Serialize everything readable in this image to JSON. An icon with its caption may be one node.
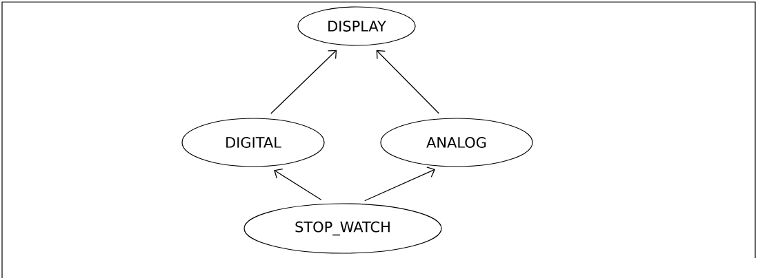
{
  "diagram": {
    "nodes": [
      {
        "text": [
          "DISPLAY"
        ]
      },
      {
        "text": [
          "DIGITAL"
        ]
      },
      {
        "text": [
          "ANALOG"
        ]
      },
      {
        "text": [
          "STOP_WATCH"
        ]
      }
    ],
    "edges": [
      {
        "from": 1,
        "to": 0,
        "arrow": "to"
      },
      {
        "from": 2,
        "to": 0,
        "arrow": "to"
      },
      {
        "from": 3,
        "to": 1,
        "arrow": "to"
      },
      {
        "from": 3,
        "to": 2,
        "arrow": "to"
      }
    ]
  }
}
